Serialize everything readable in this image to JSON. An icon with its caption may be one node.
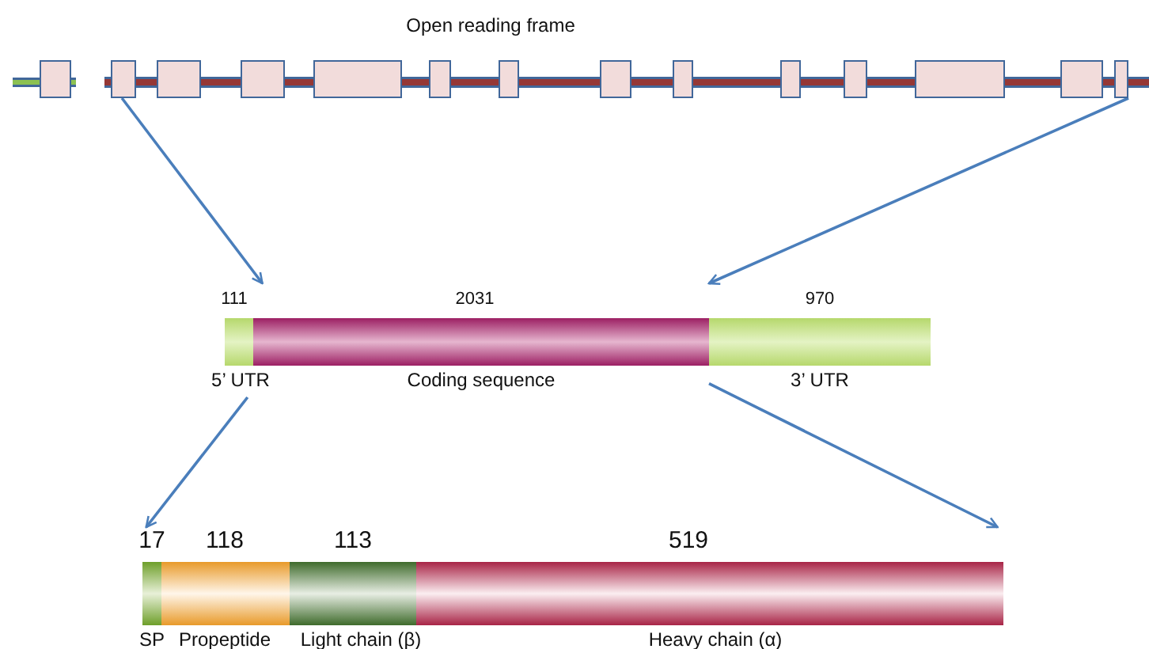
{
  "diagram": {
    "nodes": [
      {
        "text": [
          "Open reading frame"
        ]
      },
      {
        "text": [],
        "shape": "box",
        "in": 0
      },
      {
        "text": [],
        "shape": "box",
        "in": 0
      },
      {
        "text": [],
        "shape": "box",
        "in": 0
      },
      {
        "text": [],
        "shape": "box",
        "in": 0
      },
      {
        "text": [],
        "shape": "box",
        "in": 0
      },
      {
        "text": [],
        "shape": "box",
        "in": 0
      },
      {
        "text": [],
        "shape": "box",
        "in": 0
      },
      {
        "text": [],
        "shape": "box",
        "in": 0
      },
      {
        "text": [],
        "shape": "box",
        "in": 0
      },
      {
        "text": [],
        "shape": "box",
        "in": 0
      },
      {
        "text": [],
        "shape": "box",
        "in": 0
      },
      {
        "text": [],
        "shape": "box",
        "in": 0
      },
      {
        "text": [],
        "shape": "box",
        "in": 0
      },
      {
        "text": [],
        "shape": "box",
        "in": 0
      },
      {
        "text": [
          "111",
          "5’ UTR"
        ]
      },
      {
        "text": [
          "2031",
          "Coding sequence"
        ]
      },
      {
        "text": [
          "970",
          "3’ UTR"
        ]
      },
      {
        "text": [
          "17",
          "SP"
        ]
      },
      {
        "text": [
          "118",
          "Propeptide"
        ]
      },
      {
        "text": [
          "113",
          "Light chain (β)"
        ]
      },
      {
        "text": [
          "519",
          "Heavy chain (α)"
        ]
      }
    ],
    "edges": [
      {
        "from": 2,
        "to": 16,
        "arrow": "to"
      },
      {
        "from": 14,
        "to": 16,
        "arrow": "to"
      },
      {
        "from": 15,
        "to": 18,
        "arrow": "to"
      },
      {
        "from": 16,
        "to": 21,
        "arrow": "to"
      }
    ]
  }
}
